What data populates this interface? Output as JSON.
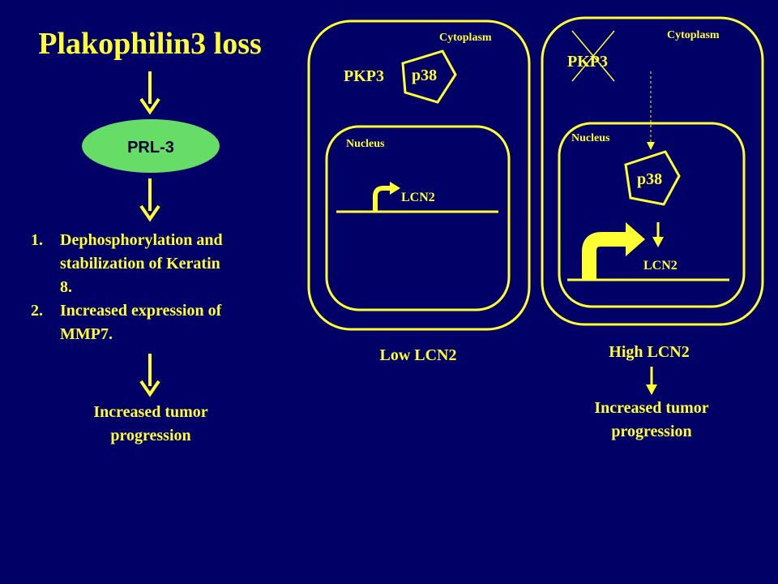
{
  "left_panel": {
    "title": "Plakophilin3 loss",
    "mediator": "PRL-3",
    "effects": [
      {
        "number": "1.",
        "lines": [
          "Dephosphorylation and",
          "stabilization of Keratin",
          "8."
        ]
      },
      {
        "number": "2.",
        "lines": [
          "Increased expression of",
          "MMP7."
        ]
      }
    ],
    "outcome_lines": [
      "Increased tumor",
      "progression"
    ]
  },
  "low_panel": {
    "cytoplasm_label": "Cytoplasm",
    "pkp3_label": "PKP3",
    "p38_label": "p38",
    "nucleus_label": "Nucleus",
    "gene_label": "LCN2",
    "caption": "Low LCN2"
  },
  "high_panel": {
    "cytoplasm_label": "Cytoplasm",
    "pkp3_label": "PKP3",
    "p38_label": "p38",
    "nucleus_label": "Nucleus",
    "gene_label": "LCN2",
    "caption": "High LCN2",
    "outcome_lines": [
      "Increased tumor",
      "progression"
    ]
  },
  "colors": {
    "background": "#000066",
    "accent": "#ffff33",
    "ellipse": "#66dd66"
  }
}
